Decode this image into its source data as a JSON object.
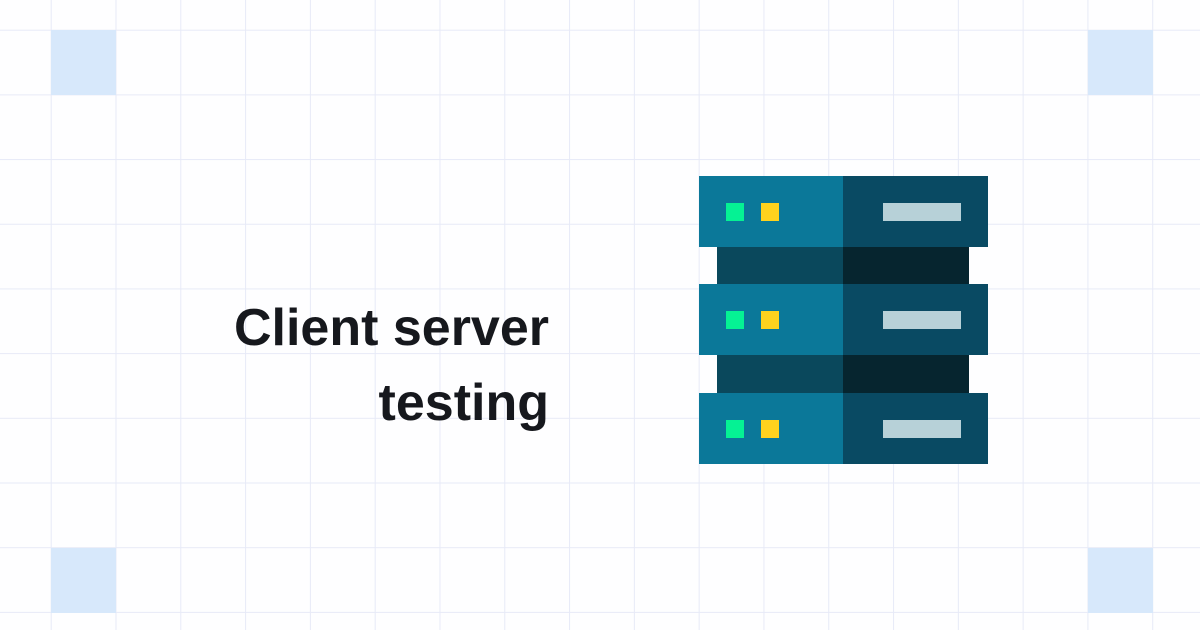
{
  "title": {
    "lines": [
      "Client server",
      "testing"
    ]
  },
  "illustration": {
    "name": "server-rack",
    "units": 3,
    "leds_per_unit": [
      "green",
      "yellow"
    ],
    "slots_per_unit": 1
  },
  "colors": {
    "background": "#FEFEFF",
    "grid-line": "#E7EAF7",
    "corner-square": "#D7E8FB",
    "title-text": "#16181D",
    "server-front": "#0B7899",
    "server-side": "#094A63",
    "connector-front": "#0A485C",
    "connector-side": "#06252F",
    "led-green": "#05F294",
    "led-yellow": "#FFD21E",
    "drive-slot": "#B7D1D8"
  }
}
